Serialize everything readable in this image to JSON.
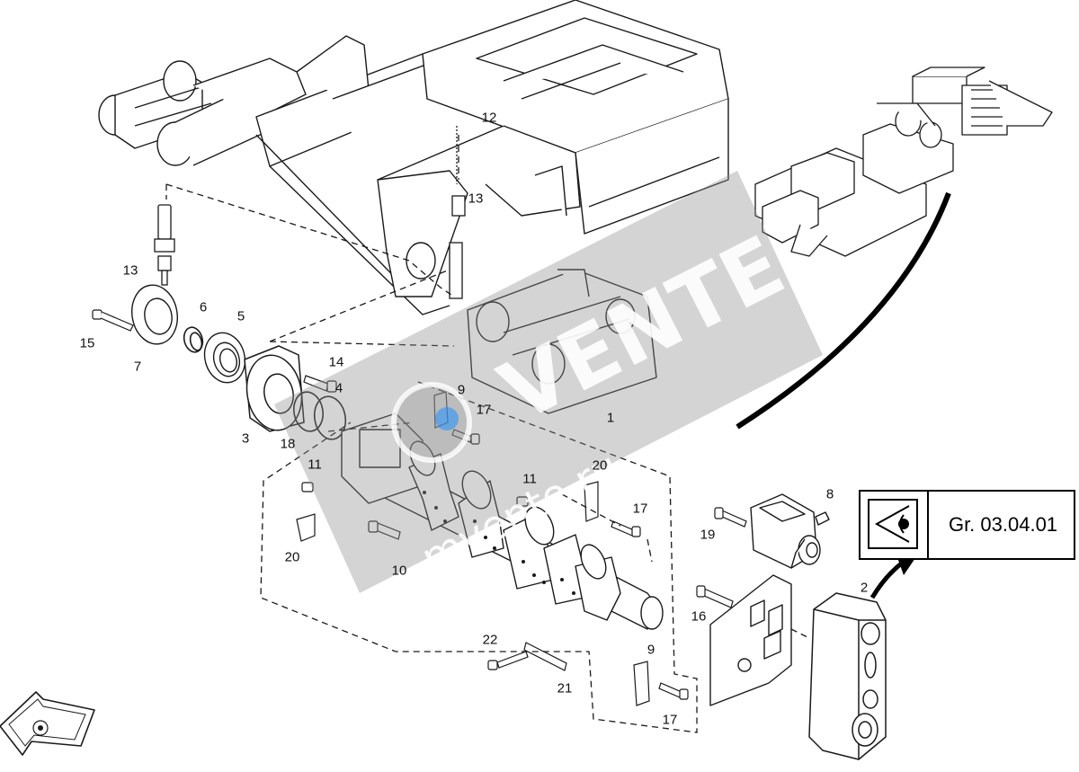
{
  "reference": {
    "label": "Gr.  03.04.01",
    "icon": "eye-icon"
  },
  "watermark": {
    "brand": "VENTE",
    "url": "mvente.ru"
  },
  "callouts": {
    "c1": "1",
    "c2": "2",
    "c3": "3",
    "c4": "4",
    "c5": "5",
    "c6": "6",
    "c7": "7",
    "c8": "8",
    "c9a": "9",
    "c9b": "9",
    "c10": "10",
    "c11a": "11",
    "c11b": "11",
    "c12": "12",
    "c13a": "13",
    "c13b": "13",
    "c14": "14",
    "c15": "15",
    "c16": "16",
    "c17a": "17",
    "c17b": "17",
    "c17c": "17",
    "c18": "18",
    "c19": "19",
    "c20a": "20",
    "c20b": "20",
    "c21": "21",
    "c22": "22"
  },
  "colors": {
    "line": "#1a1a1a",
    "watermark": "#8f8f8f",
    "accent": "#1e90ff"
  }
}
